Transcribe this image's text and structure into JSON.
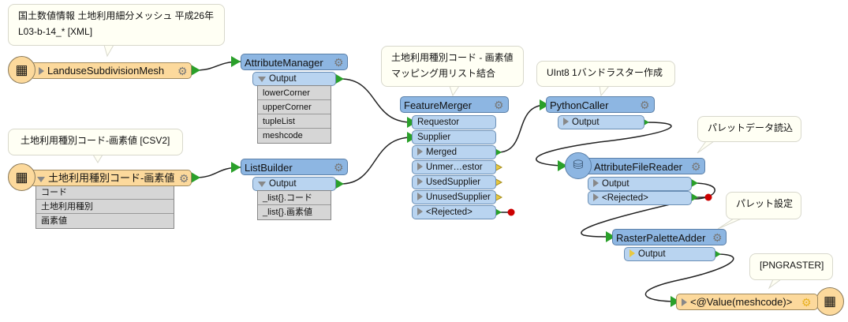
{
  "annotations": {
    "reader1": [
      "国土数値情報 土地利用細分メッシュ 平成26年",
      "L03-b-14_* [XML]"
    ],
    "reader2": "土地利用種別コード-画素値 [CSV2]",
    "merger": [
      "土地利用種別コード - 画素値",
      "マッピング用リスト結合"
    ],
    "python": "UInt8 1バンドラスター作成",
    "filereader": "パレットデータ読込",
    "palette": "パレット設定",
    "writer": "[PNGRASTER]"
  },
  "reader1": {
    "label": "LanduseSubdivisionMesh"
  },
  "reader2": {
    "label": "土地利用種別コード-画素値",
    "attributes": [
      "コード",
      "土地利用種別",
      "画素値"
    ]
  },
  "attribute_manager": {
    "label": "AttributeManager",
    "output": "Output",
    "attributes": [
      "lowerCorner",
      "upperCorner",
      "tupleList",
      "meshcode"
    ]
  },
  "list_builder": {
    "label": "ListBuilder",
    "output": "Output",
    "attributes": [
      "_list{}.コード",
      "_list{}.画素値"
    ]
  },
  "feature_merger": {
    "label": "FeatureMerger",
    "inputs": [
      "Requestor",
      "Supplier"
    ],
    "outputs": [
      "Merged",
      "Unmer…estor",
      "UsedSupplier",
      "UnusedSupplier",
      "<Rejected>"
    ]
  },
  "python_caller": {
    "label": "PythonCaller",
    "output": "Output"
  },
  "attribute_file_reader": {
    "label": "AttributeFileReader",
    "outputs": [
      "Output",
      "<Rejected>"
    ]
  },
  "raster_palette_adder": {
    "label": "RasterPaletteAdder",
    "output": "Output"
  },
  "writer": {
    "label": "<@Value(meshcode)>"
  },
  "colors": {
    "transformer": "#8db6e2",
    "port": "#b9d4f0",
    "reader": "#fcd99c",
    "note": "#fffff4",
    "connected": "#2aa02a",
    "unconnected": "#e8c840",
    "rejected": "#cc0000"
  }
}
